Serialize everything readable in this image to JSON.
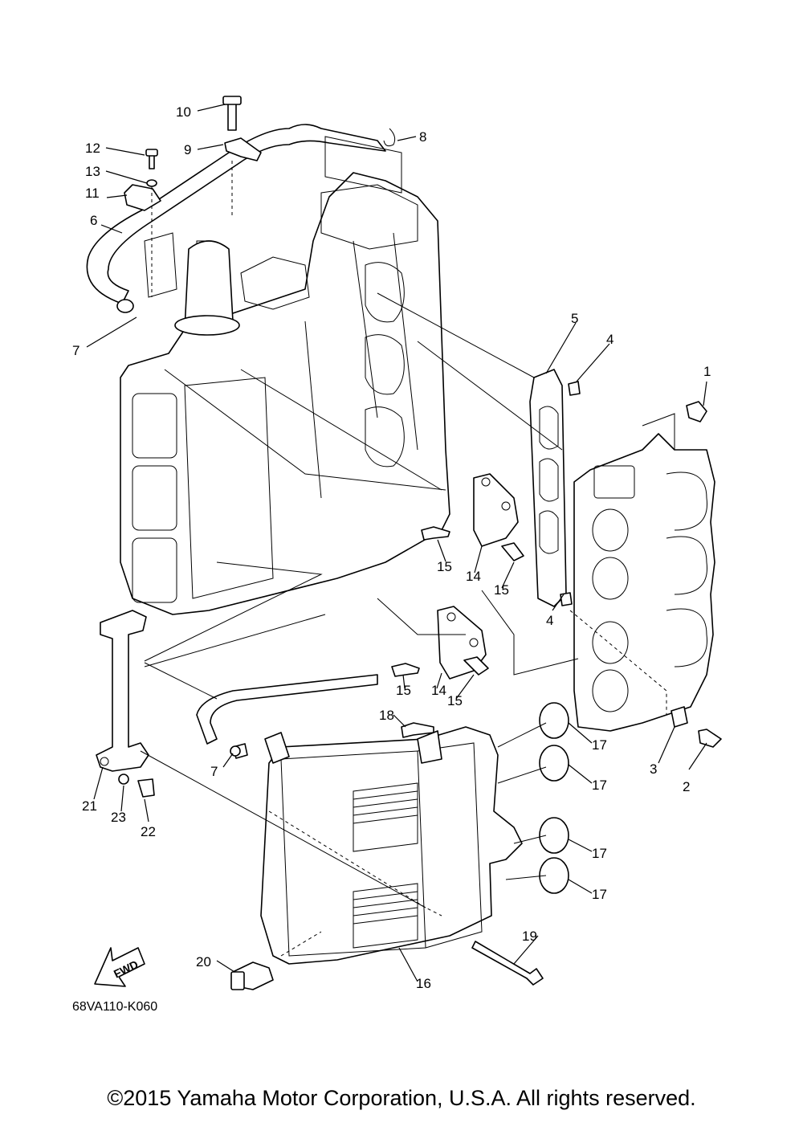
{
  "diagram": {
    "callouts": [
      {
        "id": "c1",
        "text": "1"
      },
      {
        "id": "c2",
        "text": "2"
      },
      {
        "id": "c3",
        "text": "3"
      },
      {
        "id": "c4a",
        "text": "4"
      },
      {
        "id": "c4b",
        "text": "4"
      },
      {
        "id": "c5",
        "text": "5"
      },
      {
        "id": "c6",
        "text": "6"
      },
      {
        "id": "c7a",
        "text": "7"
      },
      {
        "id": "c7b",
        "text": "7"
      },
      {
        "id": "c8",
        "text": "8"
      },
      {
        "id": "c9",
        "text": "9"
      },
      {
        "id": "c10",
        "text": "10"
      },
      {
        "id": "c11",
        "text": "11"
      },
      {
        "id": "c12",
        "text": "12"
      },
      {
        "id": "c13",
        "text": "13"
      },
      {
        "id": "c14a",
        "text": "14"
      },
      {
        "id": "c14b",
        "text": "14"
      },
      {
        "id": "c15a",
        "text": "15"
      },
      {
        "id": "c15b",
        "text": "15"
      },
      {
        "id": "c15c",
        "text": "15"
      },
      {
        "id": "c15d",
        "text": "15"
      },
      {
        "id": "c16",
        "text": "16"
      },
      {
        "id": "c17a",
        "text": "17"
      },
      {
        "id": "c17b",
        "text": "17"
      },
      {
        "id": "c17c",
        "text": "17"
      },
      {
        "id": "c17d",
        "text": "17"
      },
      {
        "id": "c18",
        "text": "18"
      },
      {
        "id": "c19",
        "text": "19"
      },
      {
        "id": "c20",
        "text": "20"
      },
      {
        "id": "c21",
        "text": "21"
      },
      {
        "id": "c22",
        "text": "22"
      },
      {
        "id": "c23",
        "text": "23"
      }
    ],
    "fwd_label": "FWD",
    "diagram_code": "68VA110-K060"
  },
  "footer": {
    "copyright": "©2015 Yamaha Motor Corporation, U.S.A. All rights reserved."
  }
}
